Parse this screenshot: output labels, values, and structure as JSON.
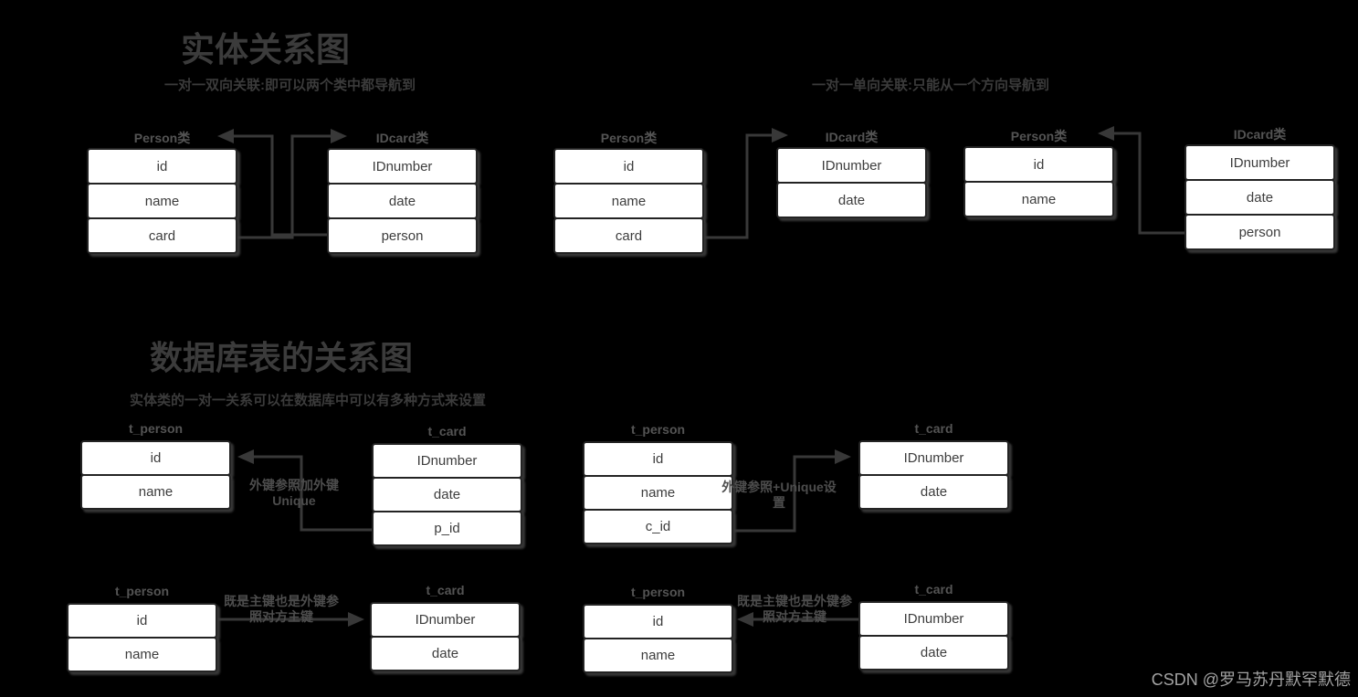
{
  "page": {
    "background": "#000000",
    "watermark": "CSDN @罗马苏丹默罕默德"
  },
  "colors": {
    "box_fill": "#ffffff",
    "box_border": "#232323",
    "connector_line": "#383838",
    "heading_text": "#3b3b3b",
    "box_text": "#3d3d3d",
    "label_text": "#4d4d4d",
    "watermark_text": "#a3a3a3"
  },
  "sections": [
    {
      "title": "实体关系图",
      "subtitle_left": "一对一双向关联:即可以两个类中都导航到",
      "subtitle_right": "一对一单向关联:只能从一个方向导航到"
    },
    {
      "title": "数据库表的关系图",
      "subtitle": "实体类的一对一关系可以在数据库中可以有多种方式来设置"
    }
  ],
  "entities": [
    {
      "title": "Person类",
      "fields": [
        "id",
        "name",
        "card"
      ]
    },
    {
      "title": "IDcard类",
      "fields": [
        "IDnumber",
        "date",
        "person"
      ]
    },
    {
      "title": "Person类",
      "fields": [
        "id",
        "name",
        "card"
      ]
    },
    {
      "title": "IDcard类",
      "fields": [
        "IDnumber",
        "date"
      ]
    },
    {
      "title": "Person类",
      "fields": [
        "id",
        "name"
      ]
    },
    {
      "title": "IDcard类",
      "fields": [
        "IDnumber",
        "date",
        "person"
      ]
    },
    {
      "title": "t_person",
      "fields": [
        "id",
        "name"
      ]
    },
    {
      "title": "t_card",
      "fields": [
        "IDnumber",
        "date",
        "p_id"
      ]
    },
    {
      "title": "t_person",
      "fields": [
        "id",
        "name",
        "c_id"
      ]
    },
    {
      "title": "t_card",
      "fields": [
        "IDnumber",
        "date"
      ]
    },
    {
      "title": "t_person",
      "fields": [
        "id",
        "name"
      ]
    },
    {
      "title": "t_card",
      "fields": [
        "IDnumber",
        "date"
      ]
    },
    {
      "title": "t_person",
      "fields": [
        "id",
        "name"
      ]
    },
    {
      "title": "t_card",
      "fields": [
        "IDnumber",
        "date"
      ]
    }
  ],
  "connector_labels": [
    "外键参照加外键\nUnique",
    "外键参照+Unique设\n置",
    "既是主键也是外键参\n照对方主键",
    "既是主键也是外键参\n照对方主键"
  ]
}
